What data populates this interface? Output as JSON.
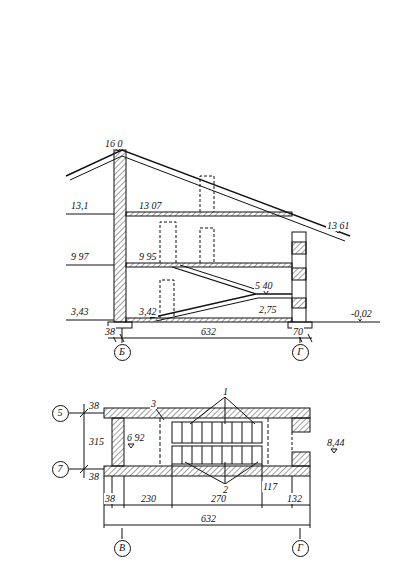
{
  "diagram": {
    "nodes": [
      {
        "text": [
          "Б"
        ]
      },
      {
        "text": [
          "Г"
        ]
      },
      {
        "text": [
          "5"
        ]
      },
      {
        "text": [
          "7"
        ]
      },
      {
        "text": [
          "В"
        ]
      },
      {
        "text": [
          "Г"
        ]
      }
    ],
    "labels": [
      "16 0",
      "13,1",
      "13 07",
      "13 61",
      "9 97",
      "9 95",
      "5 40",
      "3,43",
      "3,42",
      "2,75",
      "-0,02",
      "38",
      "632",
      "70",
      "1",
      "3",
      "6 92",
      "8,44",
      "38",
      "315",
      "38",
      "2",
      "38",
      "230",
      "270",
      "117",
      "132",
      "632"
    ]
  }
}
